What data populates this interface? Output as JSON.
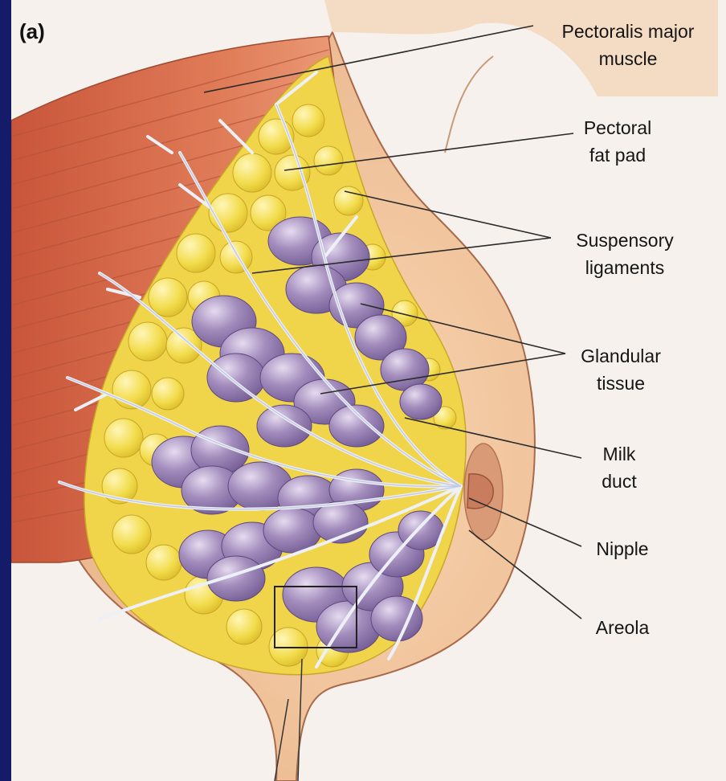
{
  "figure": {
    "panel_label": "(a)",
    "labels": {
      "pectoralis": [
        "Pectoralis major",
        "muscle"
      ],
      "fat_pad": [
        "Pectoral",
        "fat pad"
      ],
      "ligaments": [
        "Suspensory",
        "ligaments"
      ],
      "glandular": [
        "Glandular",
        "tissue"
      ],
      "milk_duct": [
        "Milk",
        "duct"
      ],
      "nipple": [
        "Nipple"
      ],
      "areola": [
        "Areola"
      ]
    },
    "colors": {
      "muscle": "#d9714e",
      "fat": "#f2dc4c",
      "glandular_tissue": "#9b84b6",
      "ducts_ligaments": "#e9ecf6",
      "skin": "#f0c49a",
      "frame": "#141c6a"
    }
  }
}
